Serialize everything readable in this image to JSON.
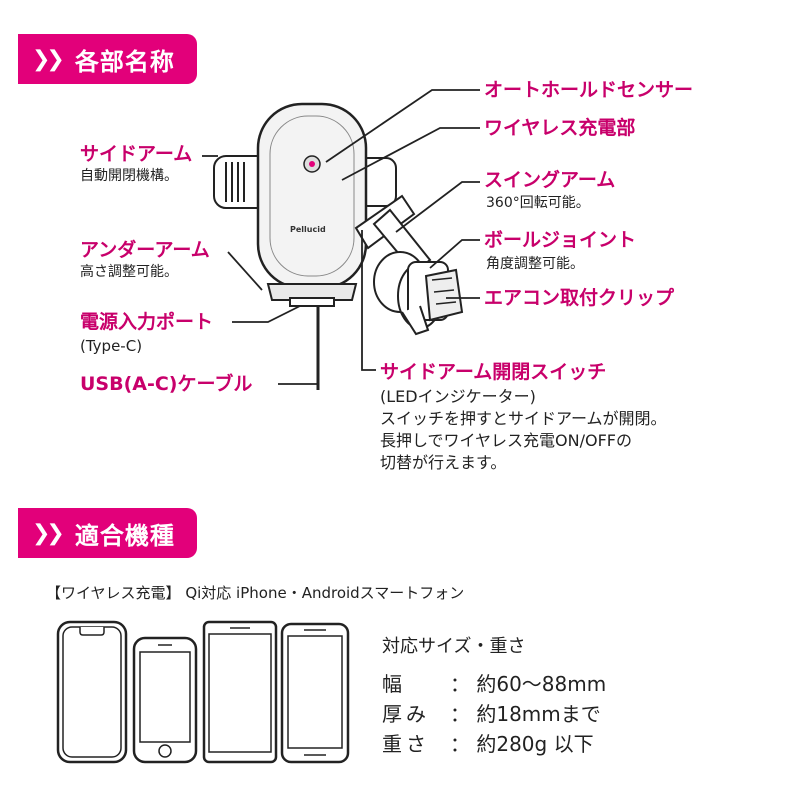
{
  "section1": {
    "title": "各部名称"
  },
  "section2": {
    "title": "適合機種"
  },
  "product": {
    "brand_print": "Pellucid"
  },
  "parts": {
    "auto_hold_sensor": "オートホールドセンサー",
    "wireless_charger": "ワイヤレス充電部",
    "swing_arm": {
      "label": "スイングアーム",
      "note": "360°回転可能。"
    },
    "ball_joint": {
      "label": "ボールジョイント",
      "note": "角度調整可能。"
    },
    "aircon_clip": "エアコン取付クリップ",
    "side_arm": {
      "label": "サイドアーム",
      "note": "自動開閉機構。"
    },
    "under_arm": {
      "label": "アンダーアーム",
      "note": "高さ調整可能。"
    },
    "power_port": {
      "label": "電源入力ポート",
      "note": "(Type-C)"
    },
    "usb_cable": "USB(A-C)ケーブル",
    "side_arm_switch": {
      "label": "サイドアーム開閉スイッチ",
      "lines": [
        "(LEDインジケーター)",
        "スイッチを押すとサイドアームが開閉。",
        "長押しでワイヤレス充電ON/OFFの",
        "切替が行えます。"
      ]
    }
  },
  "compat": {
    "header": "【ワイヤレス充電】 Qi対応 iPhone・Androidスマートフォン",
    "spec_title": "対応サイズ・重さ",
    "specs": [
      {
        "key": "幅",
        "value": "： 約60～88mm"
      },
      {
        "key": "厚み",
        "value": "： 約18mmまで"
      },
      {
        "key": "重さ",
        "value": "： 約280g 以下"
      }
    ]
  },
  "colors": {
    "accent": "#e2007a",
    "label": "#c8006b",
    "line": "#222222"
  }
}
